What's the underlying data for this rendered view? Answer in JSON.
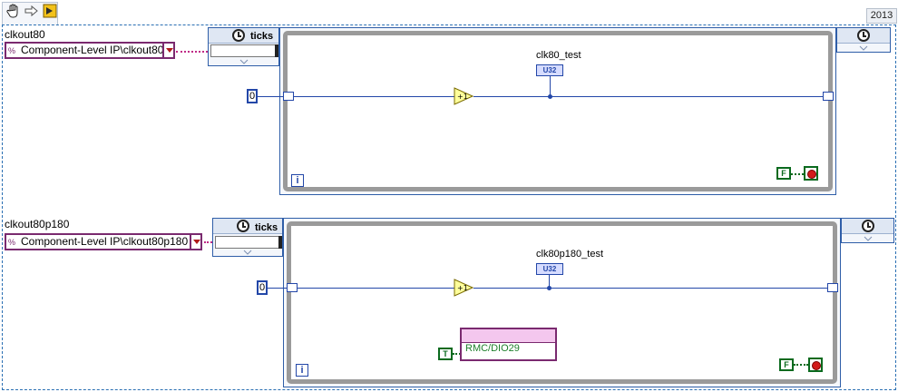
{
  "toolbar": {
    "year_badge": "2013",
    "icons": [
      "hand-icon",
      "arrow-right-icon",
      "highlight-icon"
    ]
  },
  "section1": {
    "label": "clkout80",
    "control_value": "Component-Level IP\\clkout80",
    "timing_label": "ticks",
    "loop_constant": "0",
    "indicator_label": "clk80_test",
    "indicator_type": "U32",
    "stop_bool": "F",
    "iteration": "i"
  },
  "section2": {
    "label": "clkout80p180",
    "control_value": "Component-Level IP\\clkout80p180",
    "timing_label": "ticks",
    "loop_constant": "0",
    "indicator_label": "clk80p180_test",
    "indicator_type": "U32",
    "io_node": "RMC/DIO29",
    "io_const": "T",
    "stop_bool": "F",
    "iteration": "i"
  },
  "colors": {
    "wire_blue": "#2347a8",
    "wire_pink": "#c02a86",
    "wire_green": "#0a6a1e",
    "loop_frame": "#9a9a9a"
  }
}
